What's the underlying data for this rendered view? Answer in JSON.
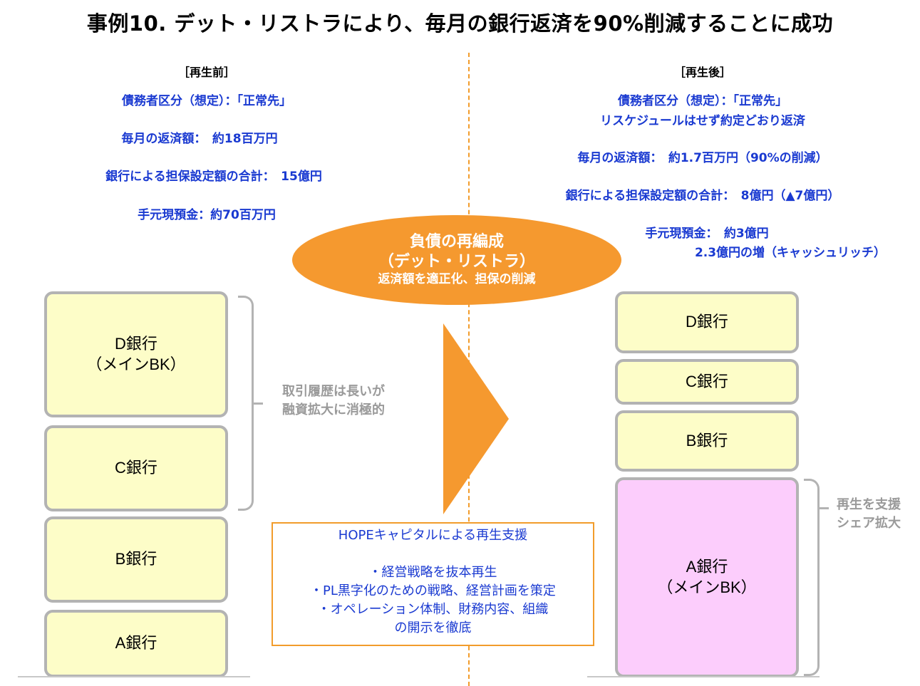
{
  "title": "事例10. デット・リストラにより、毎月の銀行返済を90%削減することに成功",
  "before": {
    "label": "［再生前］",
    "debtor_class": "債務者区分（想定）：「正常先」",
    "monthly_payment": "毎月の返済額：　約18百万円",
    "collateral_total": "銀行による担保設定額の合計：　15億円",
    "cash_on_hand": "手元現預金：約70百万円",
    "banks": [
      {
        "name": "D銀行",
        "sub": "（メインBK）"
      },
      {
        "name": "C銀行",
        "sub": ""
      },
      {
        "name": "B銀行",
        "sub": ""
      },
      {
        "name": "A銀行",
        "sub": ""
      }
    ],
    "bracket_note": [
      "取引履歴は長いが",
      "融資拡大に消極的"
    ]
  },
  "after": {
    "label": "［再生後］",
    "debtor_class": "債務者区分（想定）：「正常先」",
    "reschedule": "リスケジュールはせず約定どおり返済",
    "monthly_payment": "毎月の返済額：　約1.7百万円（90%の削減）",
    "collateral_total": "銀行による担保設定額の合計：　8億円（▲7億円）",
    "cash_on_hand": "手元現預金：　約3億円",
    "cash_increase": "2.3億円の増（キャッシュリッチ）",
    "banks": [
      {
        "name": "D銀行",
        "sub": ""
      },
      {
        "name": "C銀行",
        "sub": ""
      },
      {
        "name": "B銀行",
        "sub": ""
      },
      {
        "name": "A銀行",
        "sub": "（メインBK）"
      }
    ],
    "bracket_note": [
      "再生を支援",
      "シェア拡大"
    ]
  },
  "center": {
    "ellipse": [
      "負債の再編成",
      "（デット・リストラ）",
      "返済額を適正化、担保の削減"
    ],
    "support_box": {
      "title": "HOPEキャピタルによる再生支援",
      "items": [
        "・経営戦略を抜本再生",
        "・PL黒字化のための戦略、経営計画を策定",
        "・オペレーション体制、財務内容、組織",
        "の開示を徹底"
      ]
    }
  },
  "colors": {
    "accent_orange": "#f5992f",
    "text_blue": "#1a3ad1",
    "bank_yellow": "#fdfdc8",
    "bank_pink": "#fccdfc",
    "border_gray": "#b3b3b3"
  }
}
